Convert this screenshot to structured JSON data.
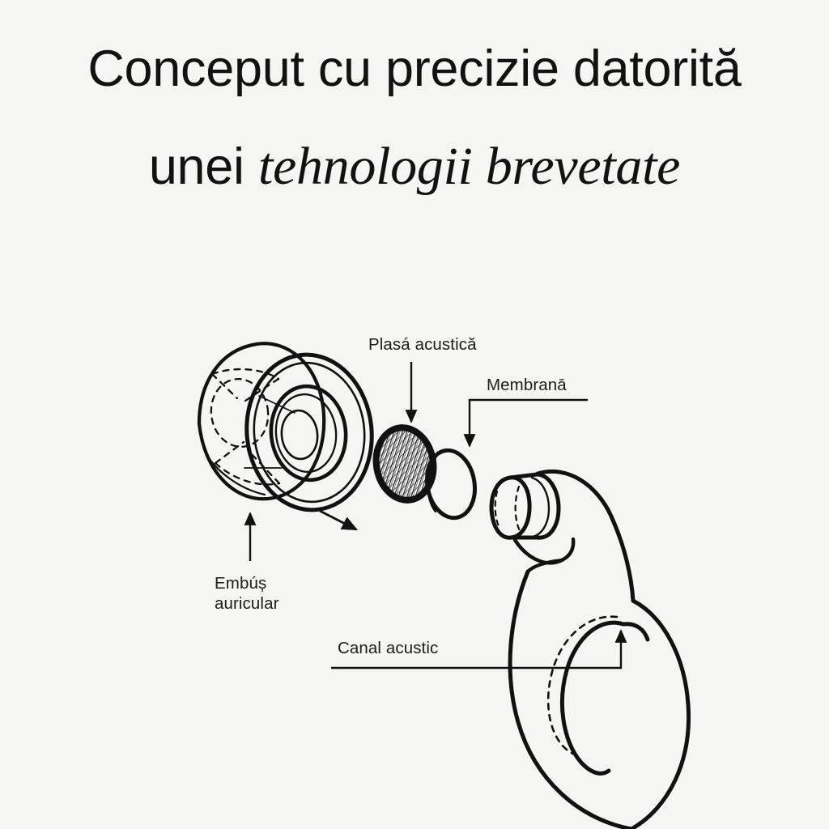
{
  "background_color": "#f5f5f3",
  "ink_color": "#111111",
  "heading": {
    "line1": "Conceput cu precizie datorită",
    "line2_plain": "unei ",
    "line2_italic": "tehnologii brevetate"
  },
  "labels": {
    "mesh": "Plasá acustică",
    "membrane": "Membranā",
    "eartip_line1": "Embúș",
    "eartip_line2": "auricular",
    "canal": "Canal acustic"
  },
  "diagram": {
    "type": "exploded-technical-illustration",
    "subject": "wireless earbud cross-section",
    "components": [
      {
        "name": "ear-tip",
        "label": "Embúș auricular",
        "annotation": "arrow-up"
      },
      {
        "name": "acoustic-mesh",
        "label": "Plasá acustică",
        "annotation": "arrow-down"
      },
      {
        "name": "membrane",
        "label": "Membranā",
        "annotation": "elbow-leader-arrow-down"
      },
      {
        "name": "nozzle-stack",
        "label": "",
        "annotation": "none"
      },
      {
        "name": "earbud-body",
        "label": "",
        "annotation": "none"
      },
      {
        "name": "acoustic-canal",
        "label": "Canal acustic",
        "annotation": "elbow-leader-arrow-up"
      }
    ],
    "assembly_arrow": "diagonal-down-right"
  }
}
